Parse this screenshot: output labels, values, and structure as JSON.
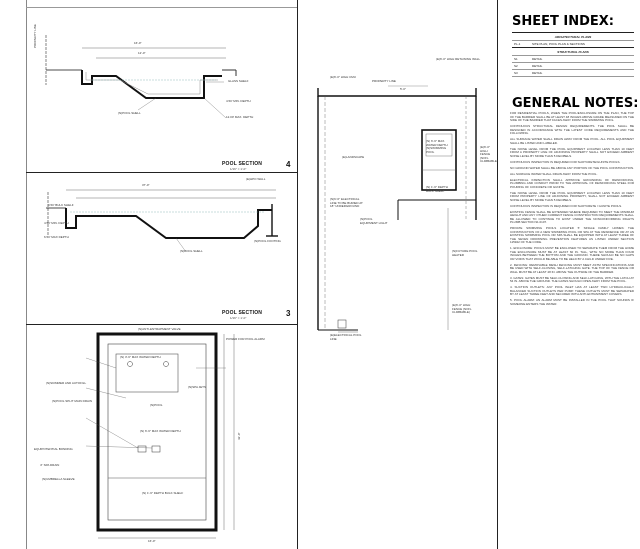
{
  "sheet_index": {
    "title": "SHEET INDEX:",
    "groups": [
      {
        "heading": "ARCHITECTURAL PLANS",
        "rows": [
          {
            "id": "PL-1",
            "desc": "SITE PLAN, POOL PLAN & SECTIONS"
          }
        ]
      },
      {
        "heading": "STRUCTURAL PLANS",
        "rows": [
          {
            "id": "S1",
            "desc": "DETAIL"
          },
          {
            "id": "S2",
            "desc": "DETAIL"
          },
          {
            "id": "S3",
            "desc": "DETAIL"
          }
        ]
      }
    ]
  },
  "general_notes": {
    "title": "GENERAL NOTES:",
    "paragraphs": [
      "FOR RESIDENTIAL POOLS, WHEN THE POOL/ENCLOSURE ON THE PLAN, THE TOP OF THE BARRIER SHALL BE AT LEAST 48 INCHES ABOVE GRADE MEASURED ON THE SIDE OF THE BARRIER THAT FACES AWAY FROM THE SWIMMING POOL.",
      "CONTINUOUS STRUCTURAL DESIGN REQUIREMENTS. THE POOL SHALL BE DESIGNED IN ACCORDANCE WITH THE LATEST CODE REQUIREMENTS AND THE FOLLOWING.",
      "ALL SURFACE WATER SHALL DRAIN AWAY FROM THE POOL. ALL POOL EQUIPMENT SHALL BE LISTED AND LABELED.",
      "THE NOISE LEVEL FROM THE POOL EQUIPMENT LOCATED LESS THAN 10 FEET FROM A PROPERTY LINE OF ADJOINING PROPERTY SHALL NOT EXCEED AMBIENT NOISE LEVEL BY MORE THAN 5 DECIBELS.",
      "CONTINUOUS INSPECTION IS REQUIRED FOR SHOTCRETE/GUNITE POOLS.",
      "NO GROUND WATER SHALL BE ABOVE ANY PORTION OF THE POOL CONSTRUCTION.",
      "ALL SURFACE WATER SHALL DRAIN AWAY FROM THE POOL.",
      "ELECTRICAL INSPECTION SHALL APPROVE GROUNDING OF REINFORCING, PLUMBING AND CONDUIT PRIOR TO THE APPROVAL OF REINFORCING STEEL FOR POURING OF CONCRETE OR GUNITE.",
      "THE NOISE LEVEL FROM THE POOL EQUIPMENT LOCATED LESS THAN 10 FEET FROM PROPERTY LINE OF ADJOINING PROPERTY, SHALL NOT EXCEED AMBIENT NOISE LEVEL BY MORE THAN 5 DECIBELS.",
      "CONTINUOUS INSPECTION IS REQUIRED FOR SHOTCRETE / GUNITE POOLS.",
      "EXISTING FENCE SHALL BE EXTENDED WHERE REQUIRED TO MEET THE MINIMUM HEIGHT AND ANY OTHER CURRENT FENCE CONSTRUCTION REQUIREMENTS SHALL BE ALLOWED TO CONTINUE TO EXIST UNDER THE NONCONFORMING RIGHTS PLUMB SECTION 91.0107.",
      "PRIVATE SWIMMING POOLS LOCATED 5' SINGLE FAMILY HOMES: THE CONSTRUCTION OF A NEW SWIMMING POOL OR SPA AT THE RESIDENCE OR AT AN EXISTING SWIMMING POOL OR SPA SHALL BE EQUIPPED WITH AT LEAST THREE OF THE SEVEN DROWNING PREVENTION FEATURES AS LISTED UNDER SECTION 115922 OF THE CODE.",
      "1. ENCLOSURE: POOLS MUST BE ENCLOSED TO SEPARATE THEM FROM THE HOME THE ENCLOSURE MUST BE AT LEAST 60 IN. TALL, WITH NO MORE THAN FOUR INCHES BETWEEN THE BOTTOM AND THE GROUND. THERE SHOULD BE NO GAPS OR VOIDS THAT WOULD BE ABLE TO BE HELD BY A CHILD UNDER FIVE.",
      "2. FENCING: REMOVABLE MESH FENCING MUST MEET ASTM SPECIFICATIONS AND BE USED WITH SELF-CLOSING, SELF-LATCHING GATE. THE TOP OF THE FENCE OR WALL MUST BE AT LEAST 48 IN. ABOVE THE OUTSIDE OF THE BARRIER.",
      "3. GATES: GATES MUST BE SELF-CLOSING AND SELF-LATCHING, WITH THE LATCH AT 54 IN. ABOVE THE GROUND. THE GATES SHOULD OPEN AWAY FROM THE POOL.",
      "4. SUCTION OUTLETS: ANY POOL INLET HAS AT LEAST TWO HYDRAULICALLY BALANCED SUCTION OUTLETS PER PUMP. THESE OUTLETS MUST BE SEPARATED BY AT LEAST THREE FEET AND SECURED WITH ANTI-ENTRAPMENT COVERS.",
      "5. POOL ALARM: AN ALARM MUST BE INSTALLED IN THE POOL THAT SOUNDS IF SOMEONE ENTERS THE WATER."
    ]
  },
  "pool_section_4": {
    "title": "POOL SECTION",
    "number": "4",
    "scale": "1/16\" = 1'-0\""
  },
  "pool_section_3": {
    "title": "POOL SECTION",
    "number": "3",
    "scale": "1/16\" = 1'-0\""
  },
  "section4_labels": {
    "property_line": "PROPERTY LINE",
    "glass_shelf": "GLASS SHELF",
    "min_depth": "4.50' MIN. DEPTH",
    "max_depth": "12.00' MAX. DEPTH",
    "shell": "(N)POOL SHELL",
    "top_dim": "16'-0\"",
    "dim2": "12'-0\""
  },
  "section3_labels": {
    "bulk_shelf": "0.50' BULK SHELF",
    "min_depth": "4.50' MIN. DEPTH",
    "max_depth": "6.50' MAX DEPTH",
    "footing": "(N)POOL FOOTING",
    "shell": "(N)POOL SHELL",
    "wall": "(E)HPO WALL",
    "top_dim": "37'-0\""
  },
  "pool_plan_labels": {
    "spa_depth": "(N) 3'-6\" MAX WATER DEPTH",
    "pool_depth": "(N) 6'-6\" MAX WATER DEPTH",
    "pool": "(N)POOL",
    "shelf": "(N) 1'-6\" DEPTH BULK SHELF",
    "jets": "(N)SPA JETS",
    "anti_entrapment": "(N)ANTI-ENTRAPMENT VALVE",
    "return": "POWER FOR POOL ALARM",
    "skimmer": "(N)SKIMMER AND AUTOFILL",
    "drain": "(N)POOL SPLIT MAIN DRAIN",
    "bonding": "EQUIPOTENTIAL BONDING",
    "conduit": "4\" SPA DRAIN",
    "sleeve": "(N)UMBRELLA SLEEVE",
    "overall_w": "16'-0\"",
    "overall_h": "42'-0\""
  },
  "site_labels": {
    "wall_n": "(E)6'-0\" HIGH RETAINING WALL",
    "fence": "(E)6'-0\" HIGH CMU",
    "property_line": "PROPERTY LINE",
    "setback": "5'-0\"",
    "pool": "(N) 6'-6\" MAX. WATER DEPTH (N)SWIMMING POOL",
    "spa": "(N) 1'-6\" DEPTH BULK SHELF",
    "planter": "(E)LANDSCAPE",
    "electrical": "(N)6'-6\" ELECTRICAL LINE TO BE BURIED AT 18\" UNDERGROUND",
    "equipment": "(N)POOL EQUIPMENT LIGHT",
    "heater": "(N)FUTURE POOL HEATER",
    "electric_line": "(E)ELECTRICAL POOL LINE",
    "sewer": "(E)6'-0\" HIGH FENCE (NON-CLIMBABLE)",
    "bottom_label": "(E)6'-0\" HIGH FENCE (NON-CLIMBABLE)"
  }
}
